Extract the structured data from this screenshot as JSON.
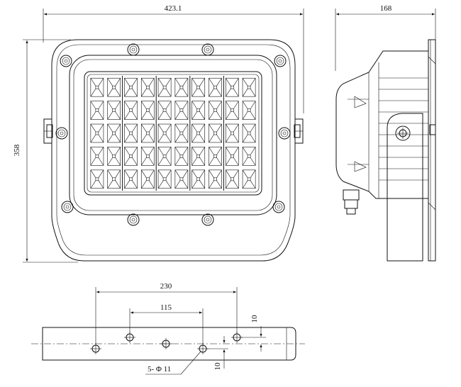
{
  "dimensions": {
    "front_width": "423.1",
    "front_height": "358",
    "side_depth": "168",
    "bracket_spacing_outer": "230",
    "bracket_spacing_inner": "115",
    "hole_offset_top": "10",
    "hole_offset_bottom": "10",
    "hole_callout": "5- Φ 11"
  },
  "led_grid": {
    "columns": 10,
    "rows": 5
  }
}
